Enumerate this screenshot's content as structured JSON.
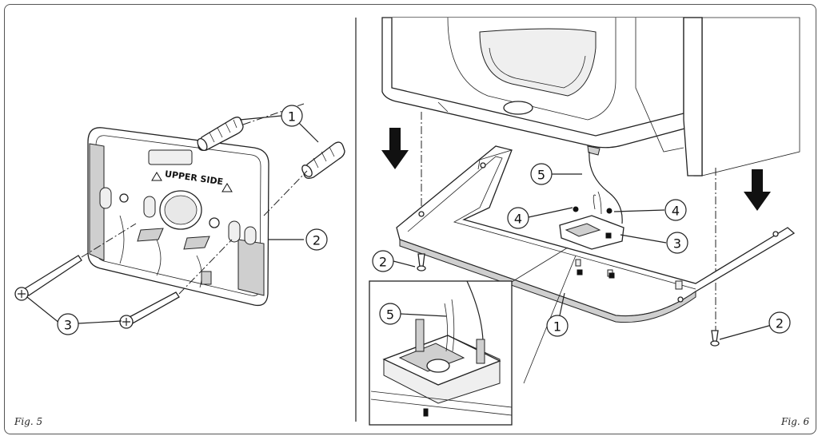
{
  "fig5": {
    "caption": "Fig. 5",
    "plate_text": "UPPER SIDE",
    "callouts": [
      "1",
      "2",
      "3"
    ]
  },
  "fig6": {
    "caption": "Fig. 6",
    "callouts": [
      "1",
      "2",
      "2",
      "3",
      "4",
      "4",
      "5",
      "5"
    ]
  }
}
